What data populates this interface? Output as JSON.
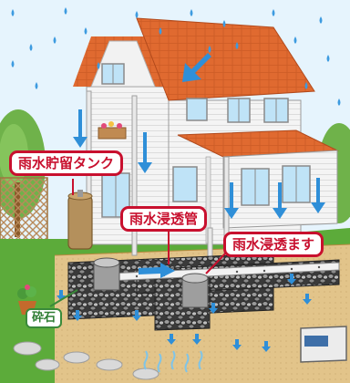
{
  "labels": {
    "storage_tank": "雨水貯留タンク",
    "infiltration_pipe": "雨水浸透管",
    "infiltration_basin": "雨水浸透ます",
    "crushed_stone": "砕石"
  },
  "colors": {
    "label_red": "#c8102e",
    "label_green": "#2e7d32",
    "roof": "#d9622b",
    "flow_arrow": "#2f8fd8",
    "rain": "#3d9be0",
    "sky": "#e6f4fd",
    "lawn": "#5cab3a"
  },
  "icons": [
    "raindrop-icon",
    "down-arrow-icon",
    "flow-arrow-icon",
    "up-arrow-icon"
  ]
}
